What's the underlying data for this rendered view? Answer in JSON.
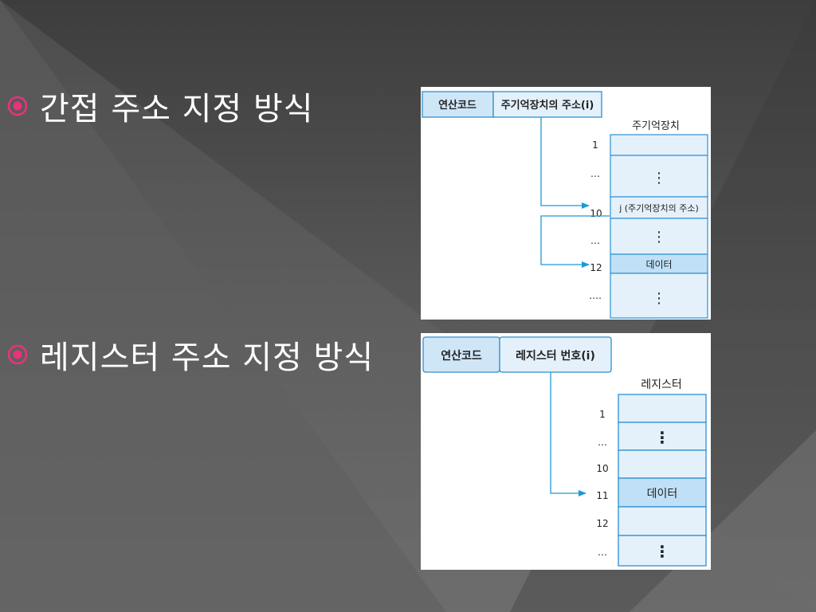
{
  "slide": {
    "bullets": [
      {
        "text": "간접 주소 지정 방식"
      },
      {
        "text": "레지스터 주소 지정 방식"
      }
    ],
    "bullet_color": "#e8337a"
  },
  "indirect": {
    "instruction": {
      "opcode": "연산코드",
      "operand": "주기억장치의 주소(i)"
    },
    "memory_title": "주기억장치",
    "rows": [
      {
        "addr": "1",
        "content": ""
      },
      {
        "addr": "…",
        "content": "⋮"
      },
      {
        "addr": "10",
        "content": "j (주기억장치의 주소)"
      },
      {
        "addr": "…",
        "content": "⋮"
      },
      {
        "addr": "12",
        "content": "데이터"
      },
      {
        "addr": "….",
        "content": "⋮"
      }
    ]
  },
  "register": {
    "instruction": {
      "opcode": "연산코드",
      "operand": "레지스터 번호(i)"
    },
    "register_title": "레지스터",
    "rows": [
      {
        "addr": "1",
        "content": ""
      },
      {
        "addr": "…",
        "content": "⋮"
      },
      {
        "addr": "10",
        "content": ""
      },
      {
        "addr": "11",
        "content": "데이터"
      },
      {
        "addr": "12",
        "content": ""
      },
      {
        "addr": "…",
        "content": "⋮"
      }
    ]
  },
  "colors": {
    "box_fill": "#e4f1fb",
    "box_stroke": "#2f8fd0",
    "highlight_fill": "#bfe0f6",
    "arrow": "#1b9ad6"
  }
}
